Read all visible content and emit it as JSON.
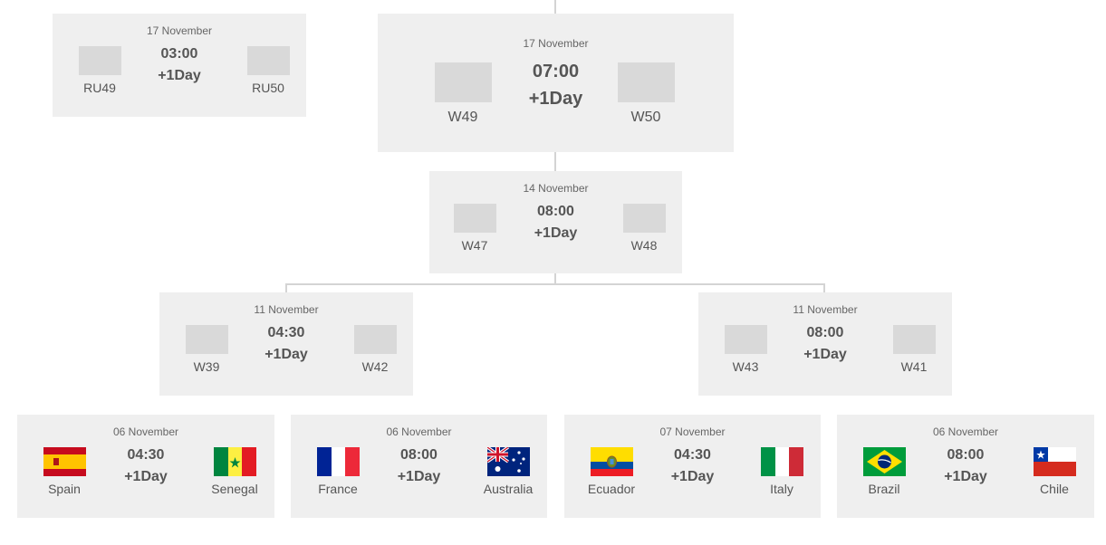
{
  "matches": {
    "final": {
      "date": "17 November",
      "time": "07:00",
      "offset": "+1Day",
      "team1": "W49",
      "team2": "W50"
    },
    "third_place": {
      "date": "17 November",
      "time": "03:00",
      "offset": "+1Day",
      "team1": "RU49",
      "team2": "RU50"
    },
    "semi": {
      "date": "14 November",
      "time": "08:00",
      "offset": "+1Day",
      "team1": "W47",
      "team2": "W48"
    },
    "quarter_left": {
      "date": "11 November",
      "time": "04:30",
      "offset": "+1Day",
      "team1": "W39",
      "team2": "W42"
    },
    "quarter_right": {
      "date": "11 November",
      "time": "08:00",
      "offset": "+1Day",
      "team1": "W43",
      "team2": "W41"
    },
    "r16_1": {
      "date": "06 November",
      "time": "04:30",
      "offset": "+1Day",
      "team1": "Spain",
      "team2": "Senegal",
      "flag1": "spain-flag",
      "flag2": "senegal-flag"
    },
    "r16_2": {
      "date": "06 November",
      "time": "08:00",
      "offset": "+1Day",
      "team1": "France",
      "team2": "Australia",
      "flag1": "france-flag",
      "flag2": "australia-flag"
    },
    "r16_3": {
      "date": "07 November",
      "time": "04:30",
      "offset": "+1Day",
      "team1": "Ecuador",
      "team2": "Italy",
      "flag1": "ecuador-flag",
      "flag2": "italy-flag"
    },
    "r16_4": {
      "date": "06 November",
      "time": "08:00",
      "offset": "+1Day",
      "team1": "Brazil",
      "team2": "Chile",
      "flag1": "brazil-flag",
      "flag2": "chile-flag"
    }
  },
  "colors": {
    "card_bg": "#efefef",
    "placeholder": "#d9d9d9",
    "connector": "#d4d4d4",
    "text": "#555555"
  }
}
